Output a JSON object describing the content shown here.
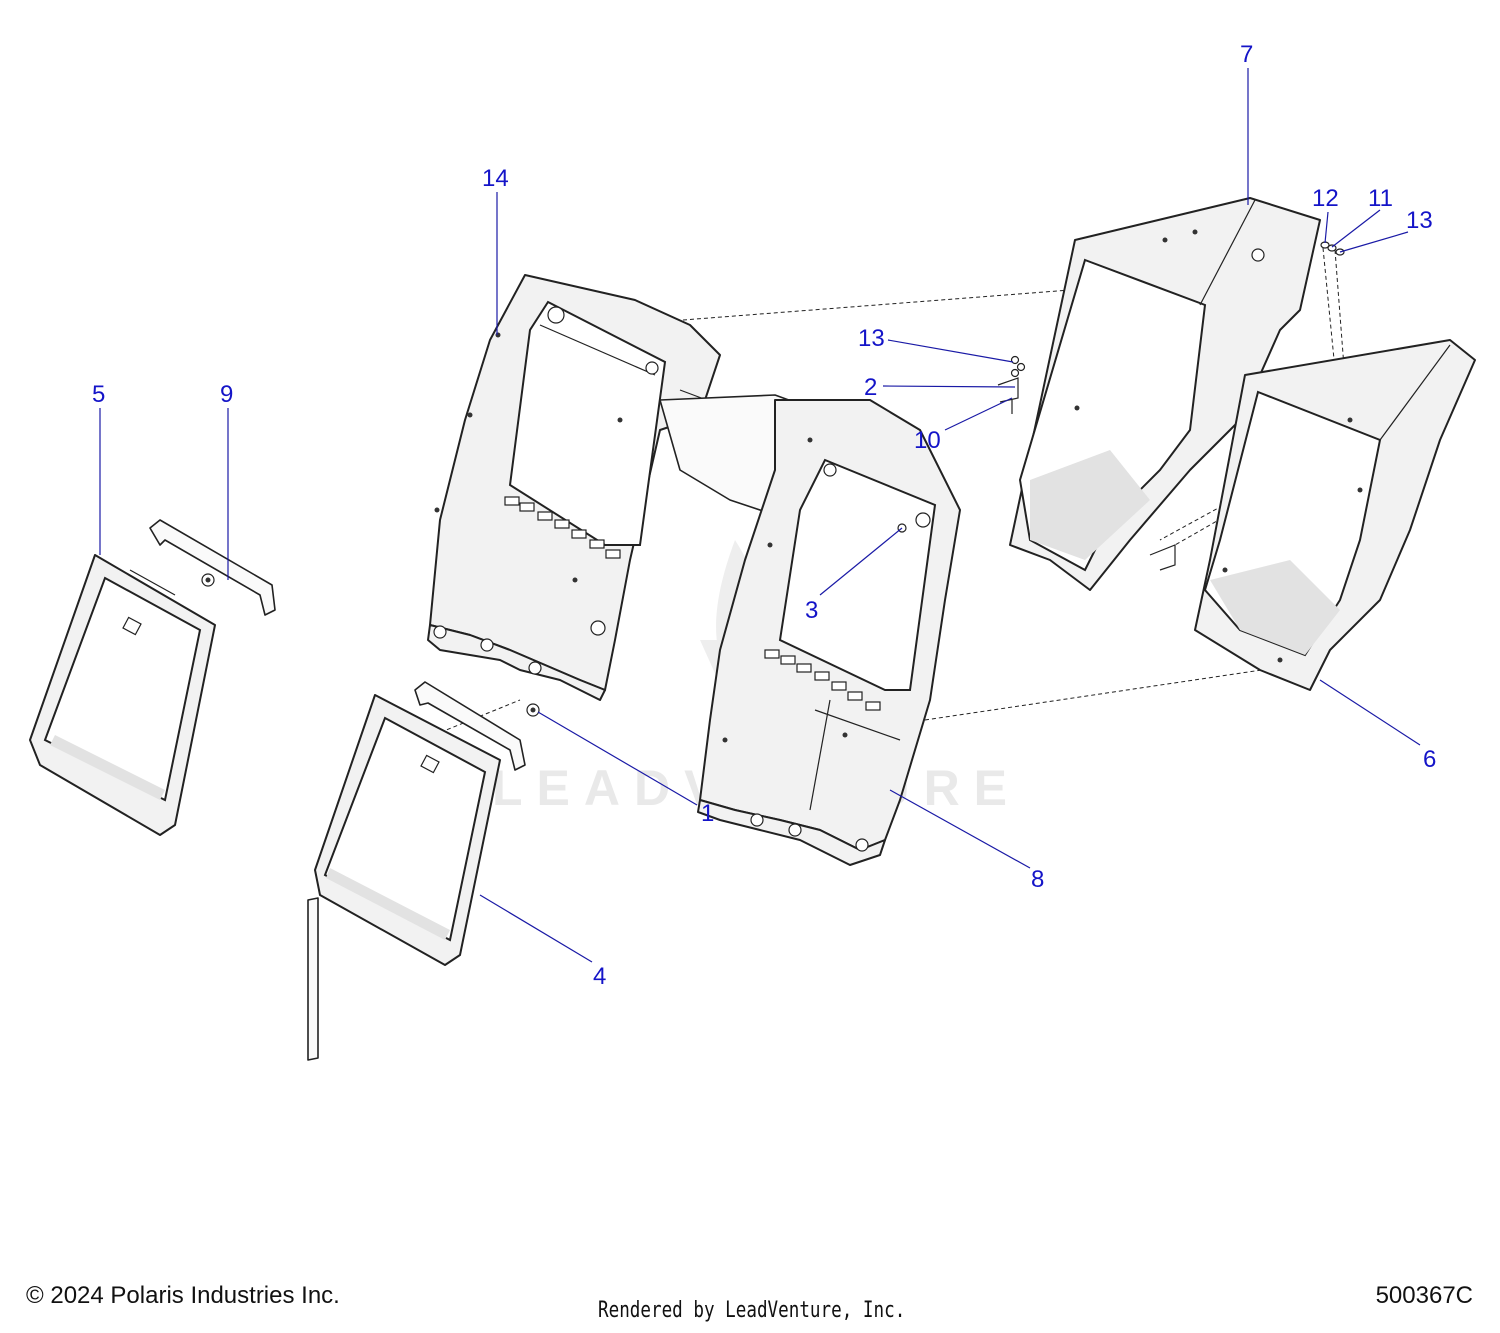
{
  "callouts": [
    {
      "id": "c14",
      "label": "14"
    },
    {
      "id": "c7",
      "label": "7"
    },
    {
      "id": "c12",
      "label": "12"
    },
    {
      "id": "c11",
      "label": "11"
    },
    {
      "id": "c13a",
      "label": "13"
    },
    {
      "id": "c13b",
      "label": "13"
    },
    {
      "id": "c2",
      "label": "2"
    },
    {
      "id": "c10",
      "label": "10"
    },
    {
      "id": "c5",
      "label": "5"
    },
    {
      "id": "c9",
      "label": "9"
    },
    {
      "id": "c3",
      "label": "3"
    },
    {
      "id": "c1",
      "label": "1"
    },
    {
      "id": "c6",
      "label": "6"
    },
    {
      "id": "c8",
      "label": "8"
    },
    {
      "id": "c4",
      "label": "4"
    }
  ],
  "watermark": "LEADVENTURE",
  "footer": {
    "copyright": "© 2024 Polaris Industries Inc.",
    "rendered_by": "Rendered by LeadVenture, Inc.",
    "diagram_id": "500367C"
  }
}
